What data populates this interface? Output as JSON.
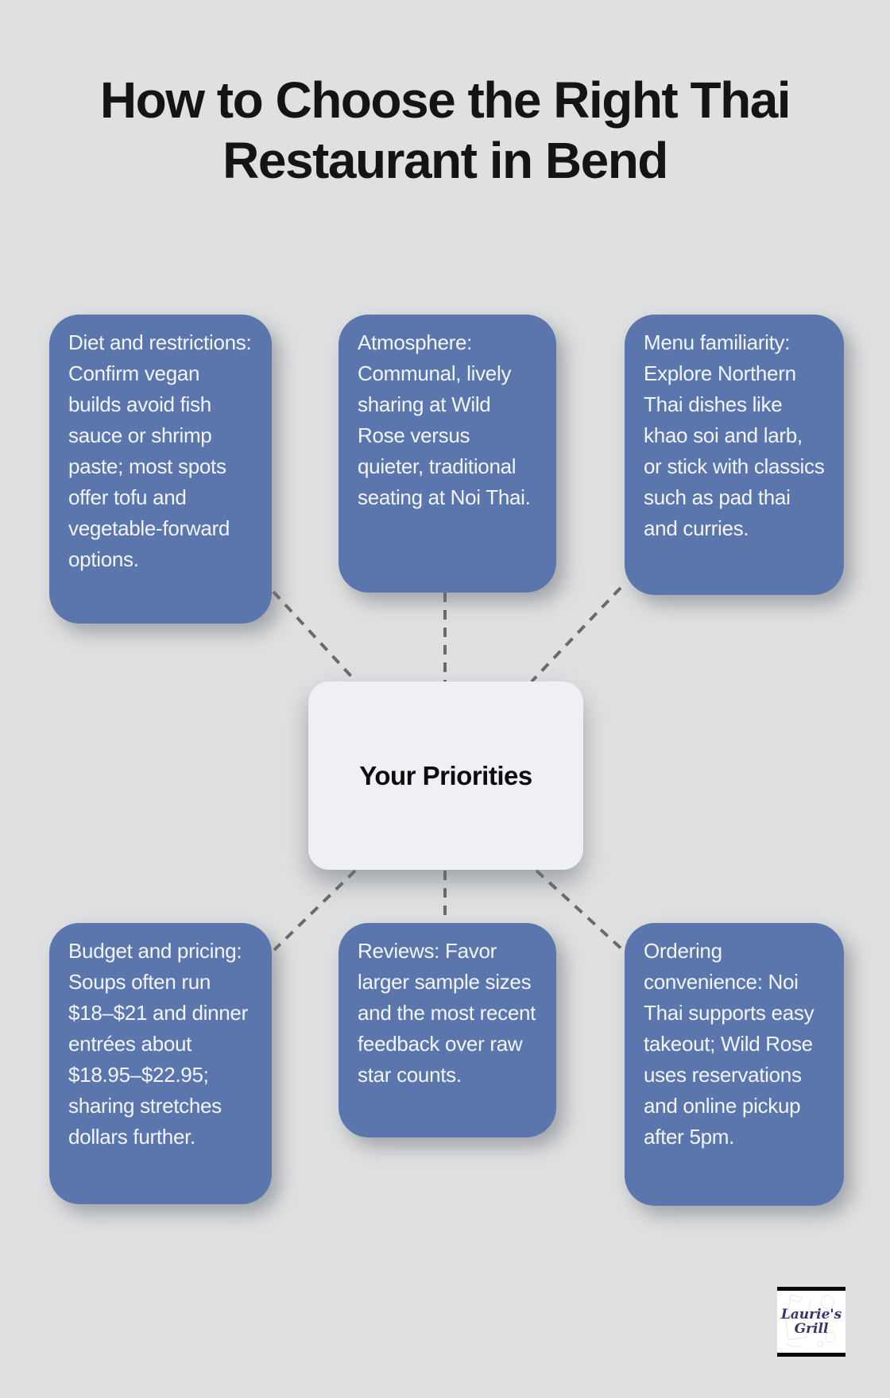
{
  "title": {
    "line1": "How to Choose the Right Thai",
    "line2": "Restaurant in Bend"
  },
  "center": {
    "label": "Your Priorities"
  },
  "nodes": [
    {
      "id": "diet-restrictions",
      "text": "Diet and restrictions: Confirm vegan builds avoid fish sauce or shrimp paste; most spots offer tofu and vegetable-forward options."
    },
    {
      "id": "atmosphere",
      "text": "Atmosphere: Communal, lively sharing at Wild Rose versus quieter, traditional seating at Noi Thai."
    },
    {
      "id": "menu-familiarity",
      "text": "Menu familiarity: Explore Northern Thai dishes like khao soi and larb, or stick with classics such as pad thai and curries."
    },
    {
      "id": "budget-pricing",
      "text": "Budget and pricing: Soups often run $18–$21 and dinner entrées about $18.95–$22.95; sharing stretches dollars further."
    },
    {
      "id": "reviews",
      "text": "Reviews: Favor larger sample sizes and the most recent feedback over raw star counts."
    },
    {
      "id": "ordering-convenience",
      "text": "Ordering convenience: Noi Thai supports easy takeout; Wild Rose uses reservations and online pickup after 5pm."
    }
  ],
  "logo": {
    "line1": "Laurie's",
    "line2": "Grill"
  },
  "colors": {
    "box-blue": "#5b76ad",
    "box-text": "#f2f5f8",
    "bg": "#dfe0e1",
    "center-bg": "#eef0f3",
    "title": "#141414",
    "dash": "#6a6a6a",
    "logo-text": "#3c3470"
  }
}
